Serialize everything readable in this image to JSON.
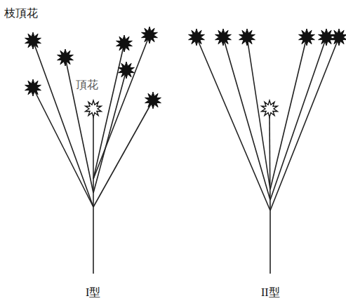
{
  "diagram": {
    "labels": [
      "枝頂花",
      "頂花",
      "I型",
      "II型"
    ]
  }
}
